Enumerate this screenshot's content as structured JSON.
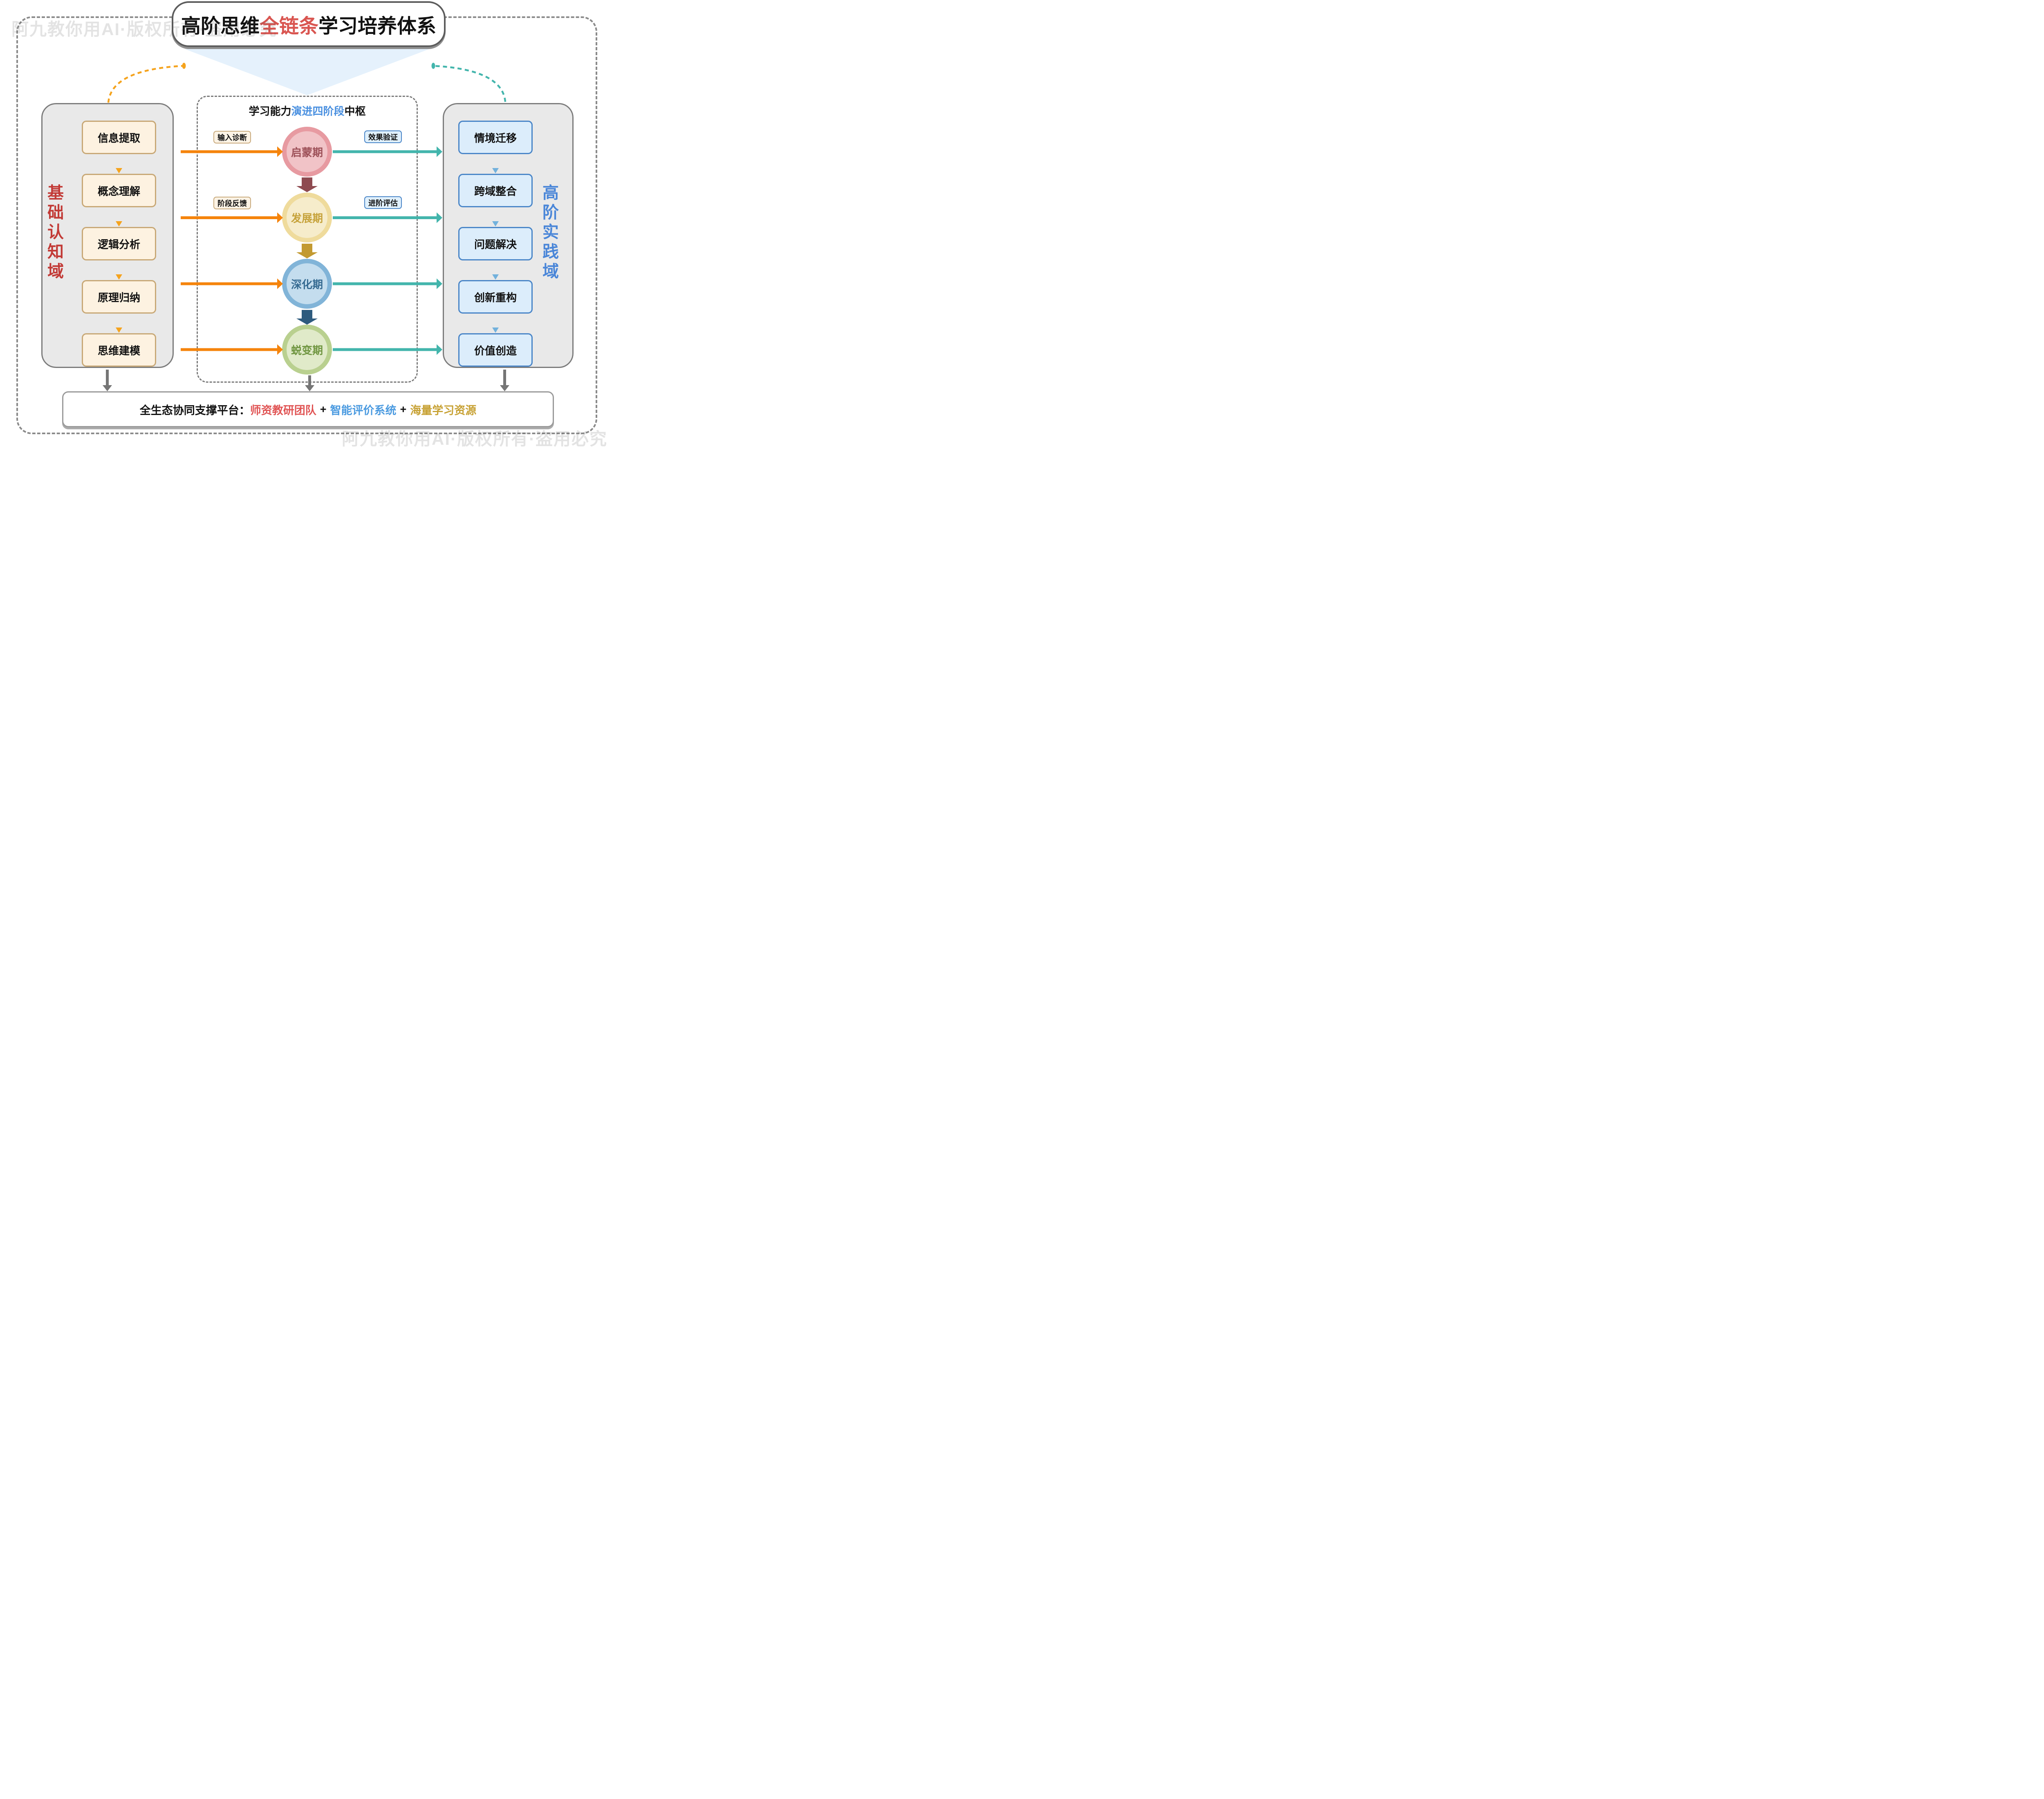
{
  "watermark_text": "阿九教你用AI·版权所有·盗用必究",
  "title": {
    "prefix": "高阶思维",
    "highlight": "全链条",
    "suffix": "学习培养体系"
  },
  "left_panel": {
    "domain_label": "基础认知域",
    "items": [
      "信息提取",
      "概念理解",
      "逻辑分析",
      "原理归纳",
      "思维建模"
    ]
  },
  "center_panel": {
    "title": {
      "prefix": "学习能力",
      "highlight": "演进四阶段",
      "suffix": "中枢"
    },
    "stages": [
      {
        "name": "启蒙期",
        "left_label": "输入诊断",
        "right_label": "效果验证"
      },
      {
        "name": "发展期",
        "left_label": "阶段反馈",
        "right_label": "进阶评估"
      },
      {
        "name": "深化期"
      },
      {
        "name": "蜕变期"
      }
    ]
  },
  "right_panel": {
    "domain_label": "高阶实践域",
    "items": [
      "情境迁移",
      "跨域整合",
      "问题解决",
      "创新重构",
      "价值创造"
    ]
  },
  "bottom_bar": {
    "prefix": "全生态协同支撑平台：",
    "part1": "师资教研团队",
    "plus1": "+",
    "part2": "智能评价系统",
    "plus2": "+",
    "part3": "海量学习资源"
  },
  "colors": {
    "title_highlight": "#d95550",
    "center_highlight": "#4a90e0",
    "left_domain_text": "#c23a36",
    "right_domain_text": "#4a86d8",
    "orange_arrow": "#f5840c",
    "orange_dashed": "#f5a31d",
    "teal_arrow": "#43b5ac",
    "funnel": "#e5f1fc",
    "stage1": {
      "rim": "#e79aa1",
      "fill": "#f1c3c7",
      "text": "#9d5058",
      "down_arrow": "#8e4a50"
    },
    "stage2": {
      "rim": "#efdb9c",
      "fill": "#f6eccb",
      "text": "#c6a23a",
      "down_arrow": "#c39a31"
    },
    "stage3": {
      "rim": "#81b4d8",
      "fill": "#c4ddee",
      "text": "#356a91",
      "down_arrow": "#2e5b7e"
    },
    "stage4": {
      "rim": "#b9d08f",
      "fill": "#e0eac9",
      "text": "#6f9540"
    },
    "bottom_team": "#e05353",
    "bottom_system": "#4a9ae0",
    "bottom_resource": "#c7a133"
  }
}
